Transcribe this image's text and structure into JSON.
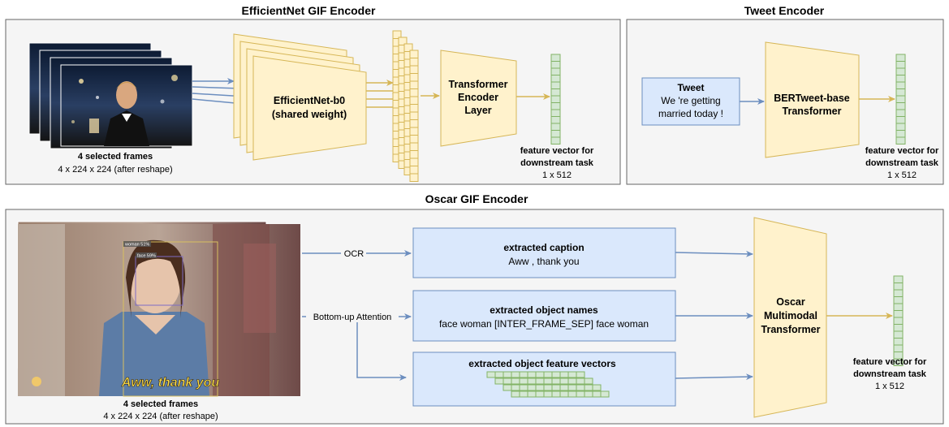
{
  "panels": {
    "efficientnet": {
      "title": "EfficientNet GIF Encoder",
      "frames_label": "4 selected frames",
      "frames_shape": "4 x 224 x 224 (after reshape)",
      "backbone_line1": "EfficientNet-b0",
      "backbone_line2": "(shared weight)",
      "transformer_line1": "Transformer",
      "transformer_line2": "Encoder",
      "transformer_line3": "Layer",
      "output_line1": "feature vector for",
      "output_line2": "downstream task",
      "output_dim": "1 x 512"
    },
    "tweet": {
      "title": "Tweet Encoder",
      "input_title": "Tweet",
      "input_line1": "We 're getting",
      "input_line2": "married today !",
      "model_line1": "BERTweet-base",
      "model_line2": "Transformer",
      "output_line1": "feature vector for",
      "output_line2": "downstream task",
      "output_dim": "1 x 512"
    },
    "oscar": {
      "title": "Oscar GIF Encoder",
      "frames_label": "4 selected frames",
      "frames_shape": "4 x 224 x 224 (after reshape)",
      "image_caption_overlay": "Aww, thank you",
      "detection_label_1": "woman 51%",
      "detection_label_2": "face 59%",
      "edge_ocr": "OCR",
      "edge_attention": "Bottom-up Attention",
      "caption_box_title": "extracted caption",
      "caption_box_text": "Aww , thank you",
      "objects_box_title": "extracted object names",
      "objects_box_text": "face woman [INTER_FRAME_SEP] face woman",
      "features_box_title": "extracted object feature vectors",
      "model_line1": "Oscar",
      "model_line2": "Multimodal",
      "model_line3": "Transformer",
      "output_line1": "feature vector for",
      "output_line2": "downstream task",
      "output_dim": "1 x 512"
    }
  },
  "colors": {
    "panel_fill": "#f5f5f5",
    "panel_stroke": "#666666",
    "yellow_fill": "#fff2cc",
    "yellow_stroke": "#d6b656",
    "blue_fill": "#dae8fc",
    "blue_stroke": "#6c8ebf",
    "green_fill": "#d5e8d4",
    "green_stroke": "#82b366",
    "blue_arrow": "#6c8ebf",
    "gold_arrow": "#d6b656"
  }
}
